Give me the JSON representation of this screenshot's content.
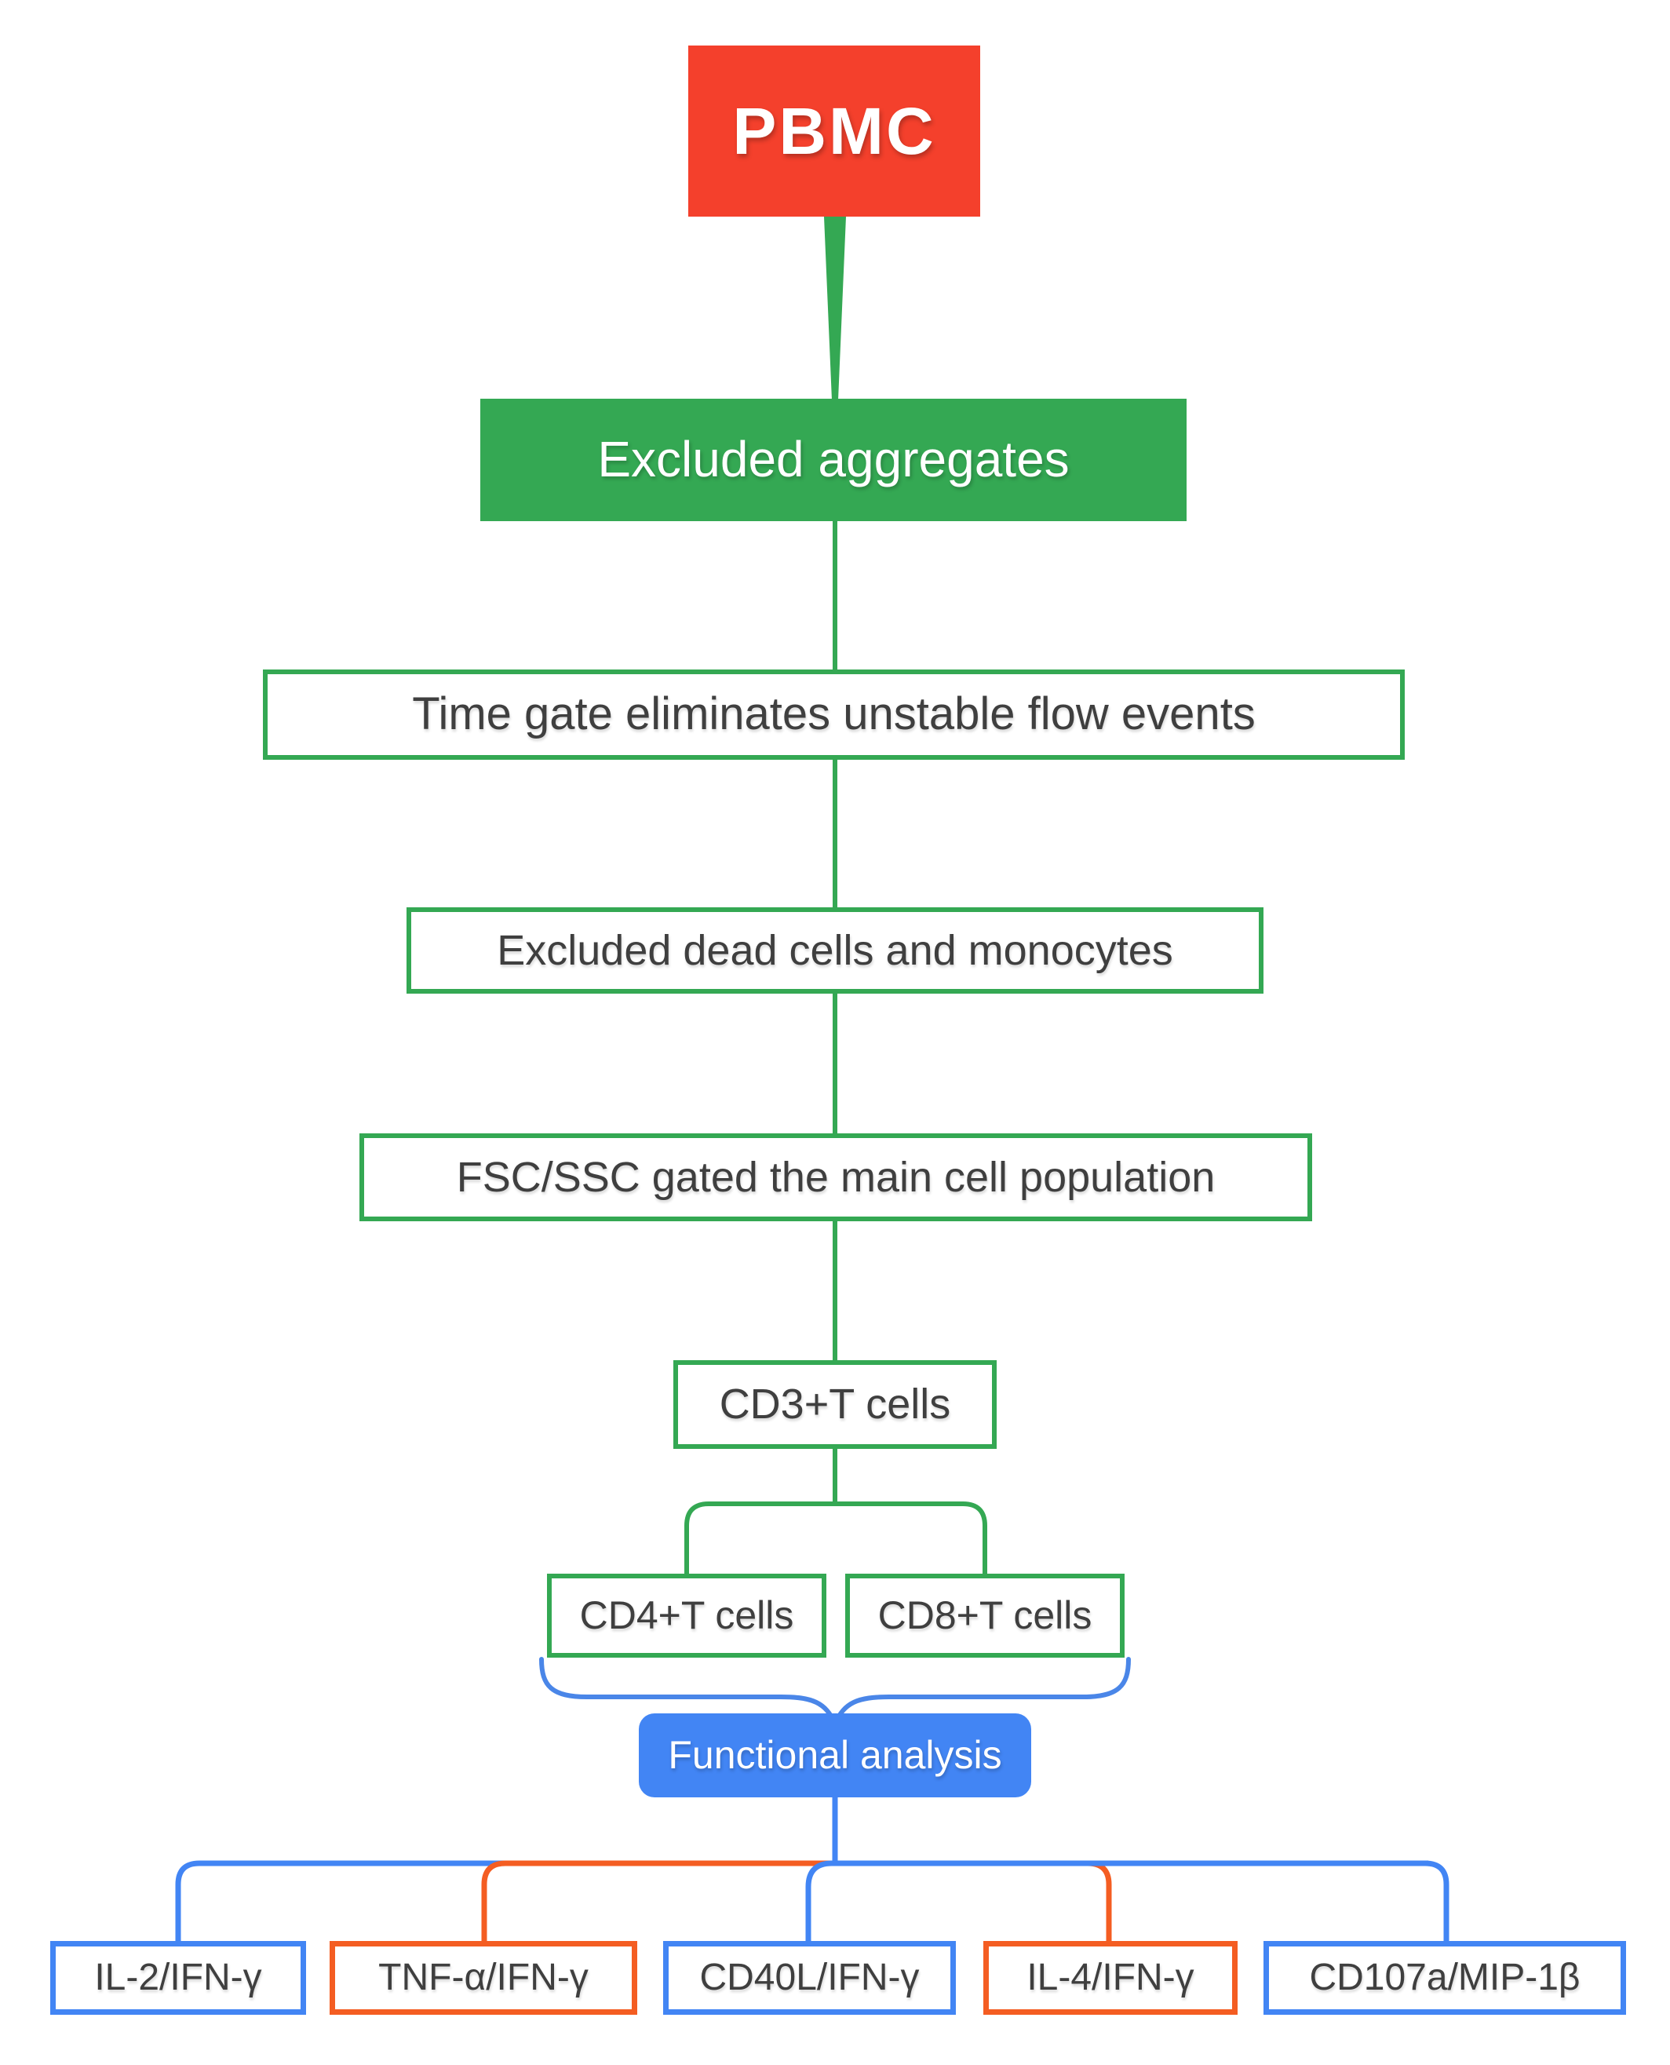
{
  "palette": {
    "red": "#F4402C",
    "green": "#34A853",
    "blue": "#4285F4",
    "brace_blue": "#4A86E8",
    "orange": "#F45D22",
    "text_dark": "#3F3F3F",
    "background": "#FFFFFF"
  },
  "flow": {
    "root": {
      "label": "PBMC"
    },
    "steps": [
      {
        "label": "Excluded aggregates"
      },
      {
        "label": "Time gate eliminates unstable flow events"
      },
      {
        "label": "Excluded dead cells and monocytes"
      },
      {
        "label": "FSC/SSC gated the main cell population"
      },
      {
        "label": "CD3+T cells"
      }
    ],
    "subsets": [
      {
        "label": "CD4+T cells"
      },
      {
        "label": "CD8+T cells"
      }
    ],
    "analysis": {
      "label": "Functional analysis"
    },
    "panels": [
      {
        "label": "IL-2/IFN-γ",
        "accent": "blue"
      },
      {
        "label": "TNF-α/IFN-γ",
        "accent": "orange"
      },
      {
        "label": "CD40L/IFN-γ",
        "accent": "blue"
      },
      {
        "label": "IL-4/IFN-γ",
        "accent": "orange"
      },
      {
        "label": "CD107a/MIP-1β",
        "accent": "blue"
      }
    ]
  }
}
